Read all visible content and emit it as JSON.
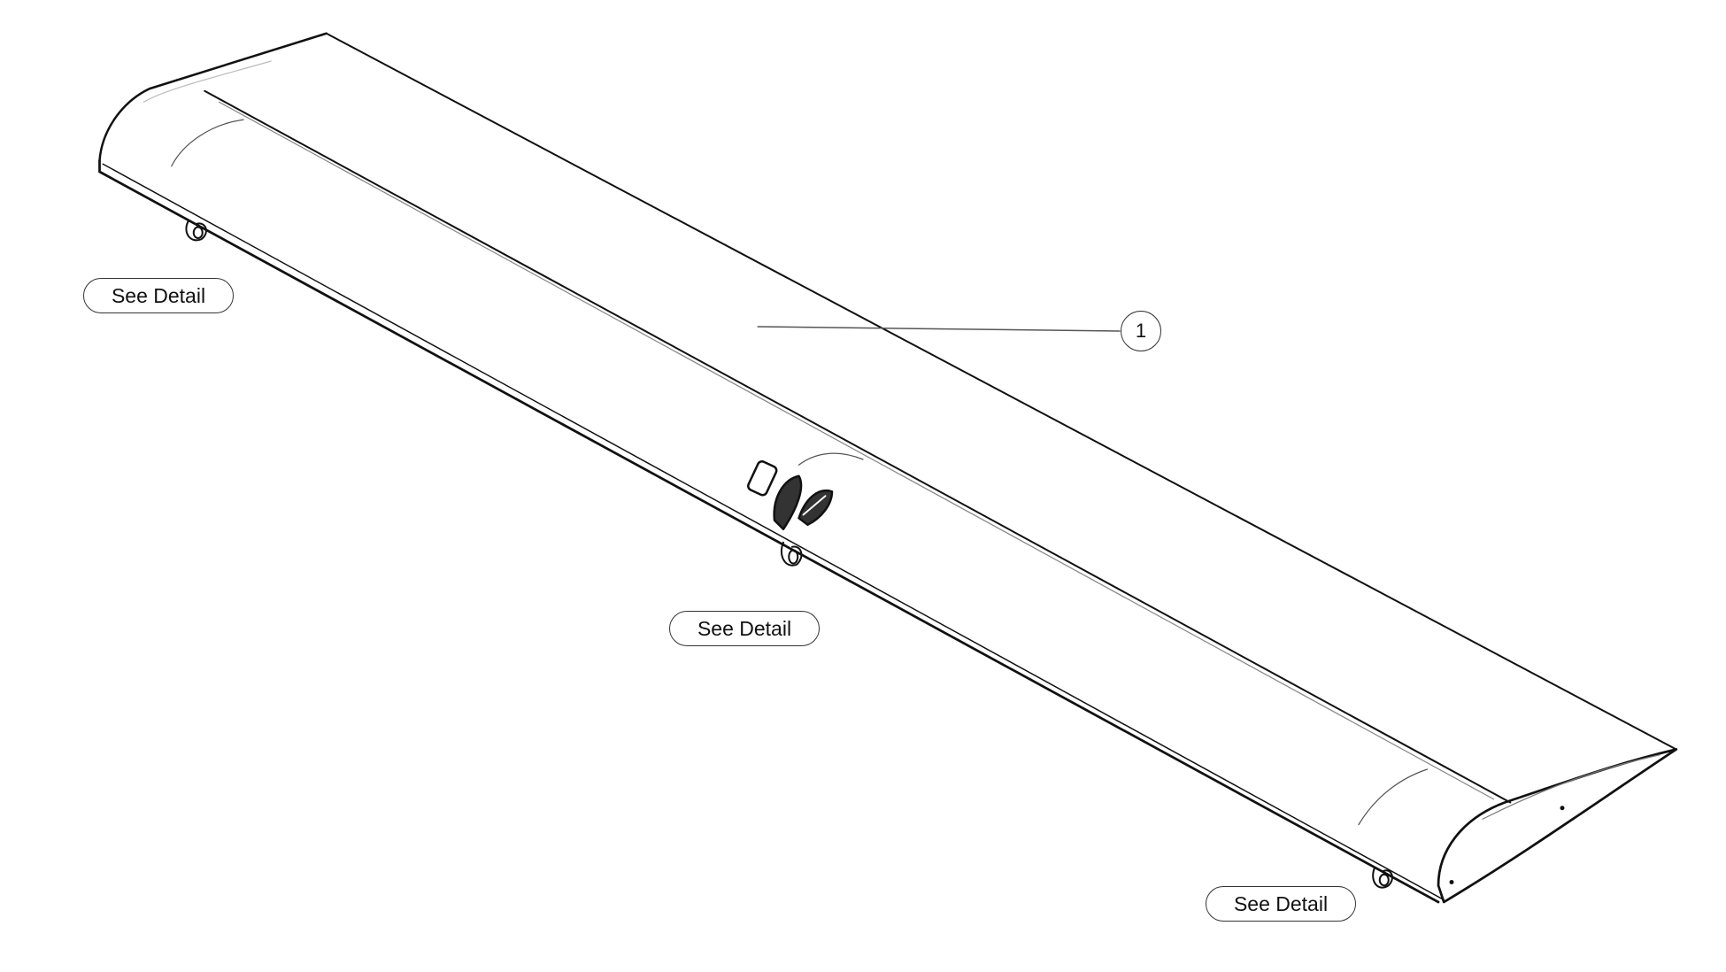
{
  "diagram": {
    "callouts": [
      {
        "label": "1"
      }
    ],
    "detail_buttons": [
      {
        "label": "See Detail"
      },
      {
        "label": "See Detail"
      },
      {
        "label": "See Detail"
      }
    ],
    "colors": {
      "line": "#111111",
      "background": "#ffffff"
    }
  }
}
